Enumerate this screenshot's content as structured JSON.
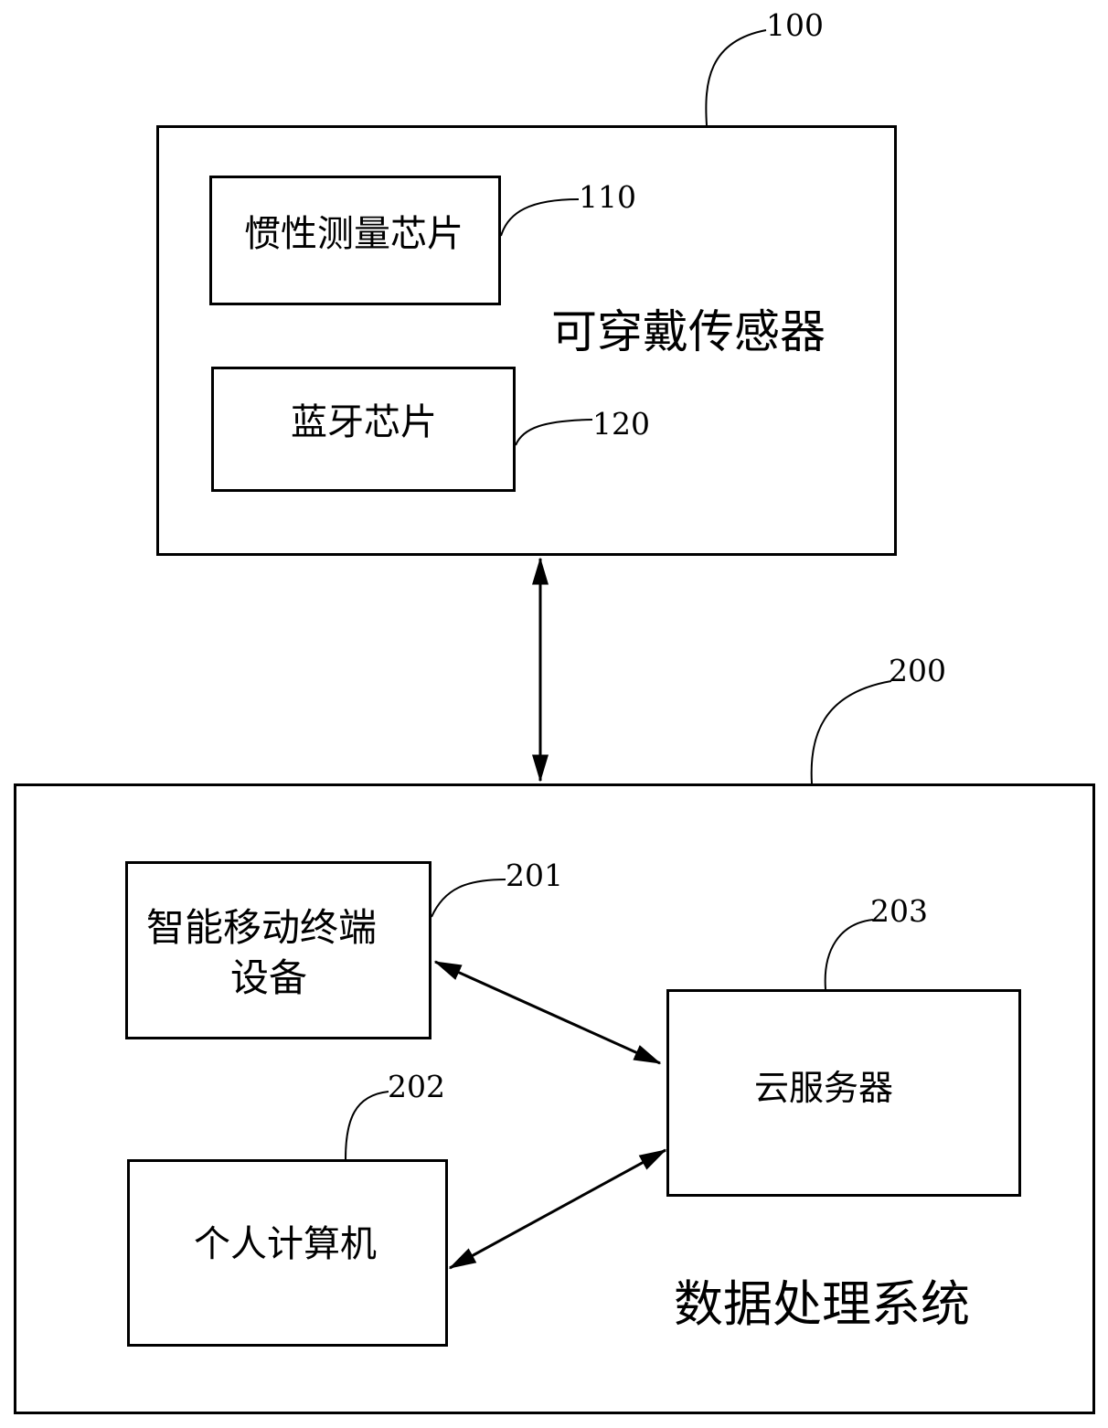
{
  "wearable_sensor": {
    "ref": "100",
    "label": "可穿戴传感器",
    "imu_chip": {
      "ref": "110",
      "label": "惯性测量芯片"
    },
    "bluetooth_chip": {
      "ref": "120",
      "label": "蓝牙芯片"
    }
  },
  "data_processing_system": {
    "ref": "200",
    "label": "数据处理系统",
    "smart_mobile_terminal": {
      "ref": "201",
      "label_line1": "智能移动终端",
      "label_line2": "设备"
    },
    "personal_computer": {
      "ref": "202",
      "label": "个人计算机"
    },
    "cloud_server": {
      "ref": "203",
      "label": "云服务器"
    }
  }
}
